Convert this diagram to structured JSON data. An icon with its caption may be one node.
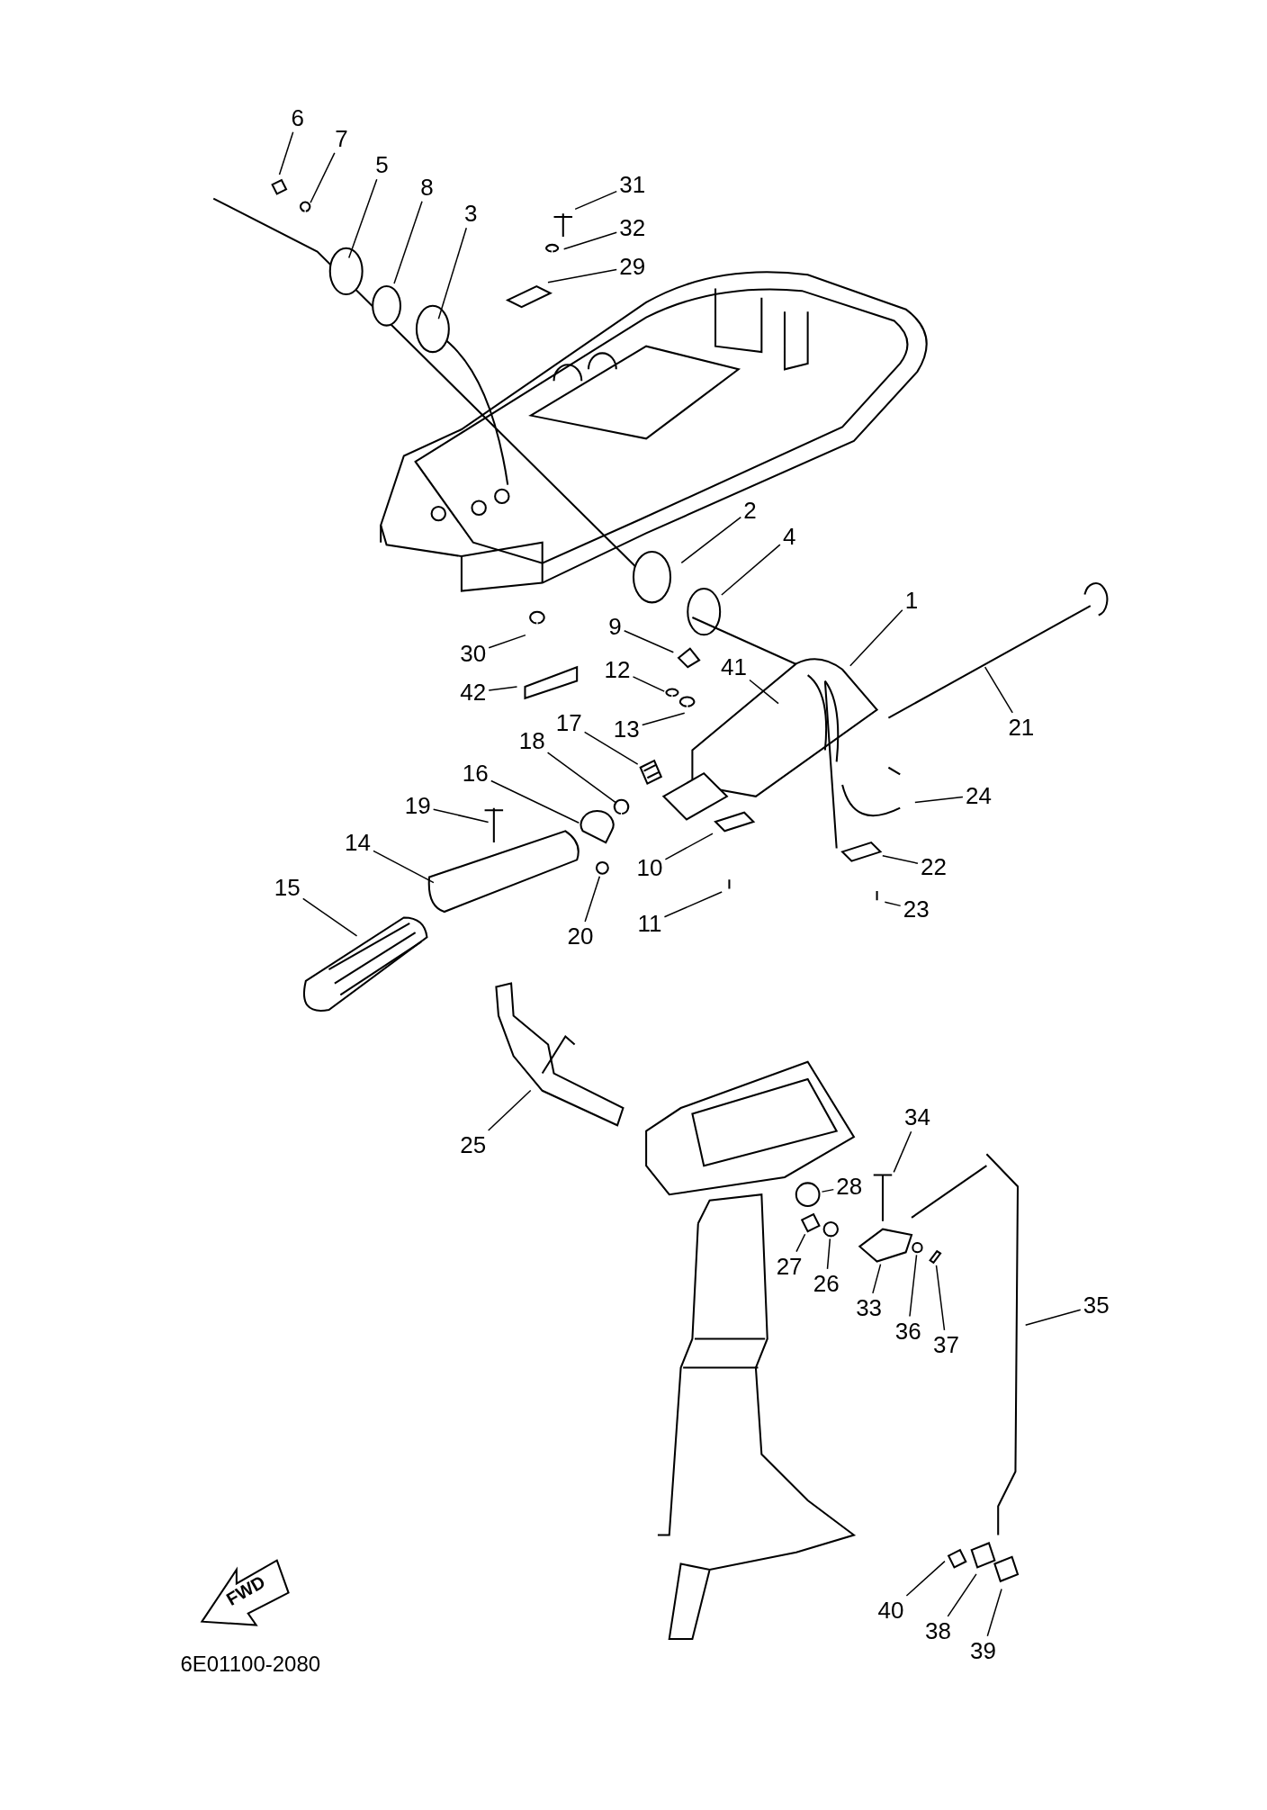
{
  "diagram": {
    "nodes": [
      {
        "text": [
          "6"
        ]
      },
      {
        "text": [
          "7"
        ]
      },
      {
        "text": [
          "5"
        ]
      },
      {
        "text": [
          "8"
        ]
      },
      {
        "text": [
          "3"
        ]
      },
      {
        "text": [
          "31"
        ]
      },
      {
        "text": [
          "32"
        ]
      },
      {
        "text": [
          "29"
        ]
      },
      {
        "text": [
          "2"
        ]
      },
      {
        "text": [
          "4"
        ]
      },
      {
        "text": [
          "1"
        ]
      },
      {
        "text": [
          "30"
        ]
      },
      {
        "text": [
          "9"
        ]
      },
      {
        "text": [
          "12"
        ]
      },
      {
        "text": [
          "41"
        ]
      },
      {
        "text": [
          "42"
        ]
      },
      {
        "text": [
          "21"
        ]
      },
      {
        "text": [
          "13"
        ]
      },
      {
        "text": [
          "17"
        ]
      },
      {
        "text": [
          "18"
        ]
      },
      {
        "text": [
          "16"
        ]
      },
      {
        "text": [
          "24"
        ]
      },
      {
        "text": [
          "19"
        ]
      },
      {
        "text": [
          "14"
        ]
      },
      {
        "text": [
          "10"
        ]
      },
      {
        "text": [
          "22"
        ]
      },
      {
        "text": [
          "15"
        ]
      },
      {
        "text": [
          "20"
        ]
      },
      {
        "text": [
          "11"
        ]
      },
      {
        "text": [
          "23"
        ]
      },
      {
        "text": [
          "34"
        ]
      },
      {
        "text": [
          "25"
        ]
      },
      {
        "text": [
          "28"
        ]
      },
      {
        "text": [
          "27"
        ]
      },
      {
        "text": [
          "26"
        ]
      },
      {
        "text": [
          "33"
        ]
      },
      {
        "text": [
          "35"
        ]
      },
      {
        "text": [
          "36"
        ]
      },
      {
        "text": [
          "37"
        ]
      },
      {
        "text": [
          "40"
        ]
      },
      {
        "text": [
          "38"
        ]
      },
      {
        "text": [
          "39"
        ]
      },
      {
        "text": [],
        "shape": "ring"
      },
      {
        "text": [],
        "shape": "spring"
      },
      {
        "text": [],
        "shape": "screw"
      },
      {
        "text": [],
        "shape": "bolt"
      },
      {
        "text": [],
        "shape": "ring"
      },
      {
        "text": [],
        "shape": "bracket"
      },
      {
        "text": [],
        "shape": "ring"
      },
      {
        "text": [],
        "shape": "ring"
      },
      {
        "text": [],
        "shape": "plate"
      },
      {
        "text": [],
        "shape": "screw"
      },
      {
        "text": [],
        "shape": "plate"
      }
    ],
    "edges": [
      {
        "from": 0,
        "to": null,
        "arrow": "none"
      },
      {
        "from": 1,
        "to": null,
        "arrow": "none"
      },
      {
        "from": 2,
        "to": null,
        "arrow": "none"
      },
      {
        "from": 3,
        "to": 42,
        "arrow": "none"
      },
      {
        "from": 4,
        "to": null,
        "arrow": "none"
      },
      {
        "from": 5,
        "to": null,
        "arrow": "none"
      },
      {
        "from": 6,
        "to": null,
        "arrow": "none"
      },
      {
        "from": 7,
        "to": null,
        "arrow": "none"
      },
      {
        "from": 8,
        "to": null,
        "arrow": "none"
      },
      {
        "from": 9,
        "to": null,
        "arrow": "none"
      },
      {
        "from": 10,
        "to": null,
        "arrow": "none"
      },
      {
        "from": 11,
        "to": null,
        "arrow": "none"
      },
      {
        "from": 12,
        "to": null,
        "arrow": "none"
      },
      {
        "from": 13,
        "to": null,
        "arrow": "none"
      },
      {
        "from": 14,
        "to": null,
        "arrow": "none"
      },
      {
        "from": 15,
        "to": null,
        "arrow": "none"
      },
      {
        "from": 16,
        "to": null,
        "arrow": "none"
      },
      {
        "from": 17,
        "to": null,
        "arrow": "none"
      },
      {
        "from": 18,
        "to": 43,
        "arrow": "none"
      },
      {
        "from": 19,
        "to": null,
        "arrow": "none"
      },
      {
        "from": 20,
        "to": null,
        "arrow": "none"
      },
      {
        "from": 21,
        "to": null,
        "arrow": "none"
      },
      {
        "from": 22,
        "to": null,
        "arrow": "none"
      },
      {
        "from": 23,
        "to": null,
        "arrow": "none"
      },
      {
        "from": 24,
        "to": 52,
        "arrow": "none"
      },
      {
        "from": 25,
        "to": null,
        "arrow": "none"
      },
      {
        "from": 26,
        "to": null,
        "arrow": "none"
      },
      {
        "from": 27,
        "to": 44,
        "arrow": "none"
      },
      {
        "from": 28,
        "to": null,
        "arrow": "none"
      },
      {
        "from": 29,
        "to": null,
        "arrow": "none"
      },
      {
        "from": 30,
        "to": 45,
        "arrow": "none"
      },
      {
        "from": 31,
        "to": null,
        "arrow": "none"
      },
      {
        "from": 32,
        "to": 49,
        "arrow": "none"
      },
      {
        "from": 33,
        "to": 50,
        "arrow": "none"
      },
      {
        "from": 34,
        "to": 46,
        "arrow": "none"
      },
      {
        "from": 35,
        "to": 47,
        "arrow": "none"
      },
      {
        "from": 36,
        "to": null,
        "arrow": "none"
      },
      {
        "from": 37,
        "to": 48,
        "arrow": "none"
      },
      {
        "from": 38,
        "to": 51,
        "arrow": "none"
      },
      {
        "from": 39,
        "to": null,
        "arrow": "none"
      },
      {
        "from": 40,
        "to": null,
        "arrow": "none"
      },
      {
        "from": 41,
        "to": null,
        "arrow": "none"
      }
    ],
    "labels": [
      "FWD",
      "6E01100-2080"
    ]
  }
}
